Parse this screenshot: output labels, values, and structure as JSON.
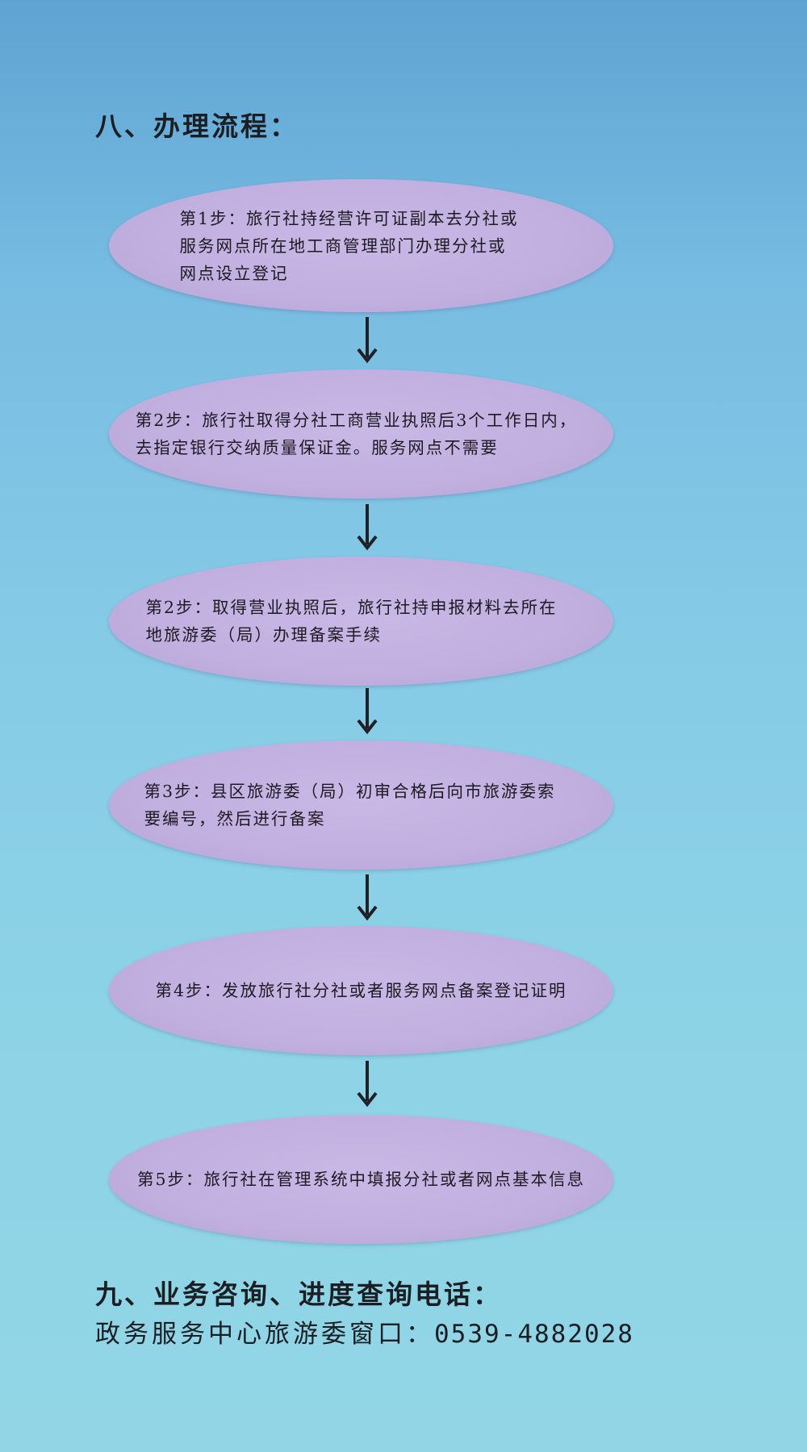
{
  "section8": {
    "heading": "八、办理流程："
  },
  "steps": [
    {
      "label": "第1步：",
      "lines": [
        "旅行社持经营许可证副本去分社或",
        "服务网点所在地工商管理部门办理分社或",
        "网点设立登记"
      ]
    },
    {
      "label": "第2步：",
      "lines": [
        "旅行社取得分社工商营业执照后3个工作日内，",
        "去指定银行交纳质量保证金。服务网点不需要"
      ]
    },
    {
      "label": "第2步：",
      "lines": [
        "取得营业执照后，旅行社持申报材料去所在",
        "地旅游委（局）办理备案手续"
      ]
    },
    {
      "label": "第3步：",
      "lines": [
        "县区旅游委（局）初审合格后向市旅游委索",
        "要编号，然后进行备案"
      ]
    },
    {
      "label": "第4步：",
      "lines": [
        "发放旅行社分社或者服务网点备案登记证明"
      ]
    },
    {
      "label": "第5步：",
      "lines": [
        "旅行社在管理系统中填报分社或者网点基本信息"
      ]
    }
  ],
  "section9": {
    "heading": "九、业务咨询、进度查询电话：",
    "contact_label": "政务服务中心旅游委窗口：",
    "phone": "0539-4882028"
  },
  "colors": {
    "ellipse": "#c1afdf",
    "arrow": "#1f2126",
    "text": "#1b1f24"
  },
  "icons": [
    "arrow-down-icon"
  ]
}
